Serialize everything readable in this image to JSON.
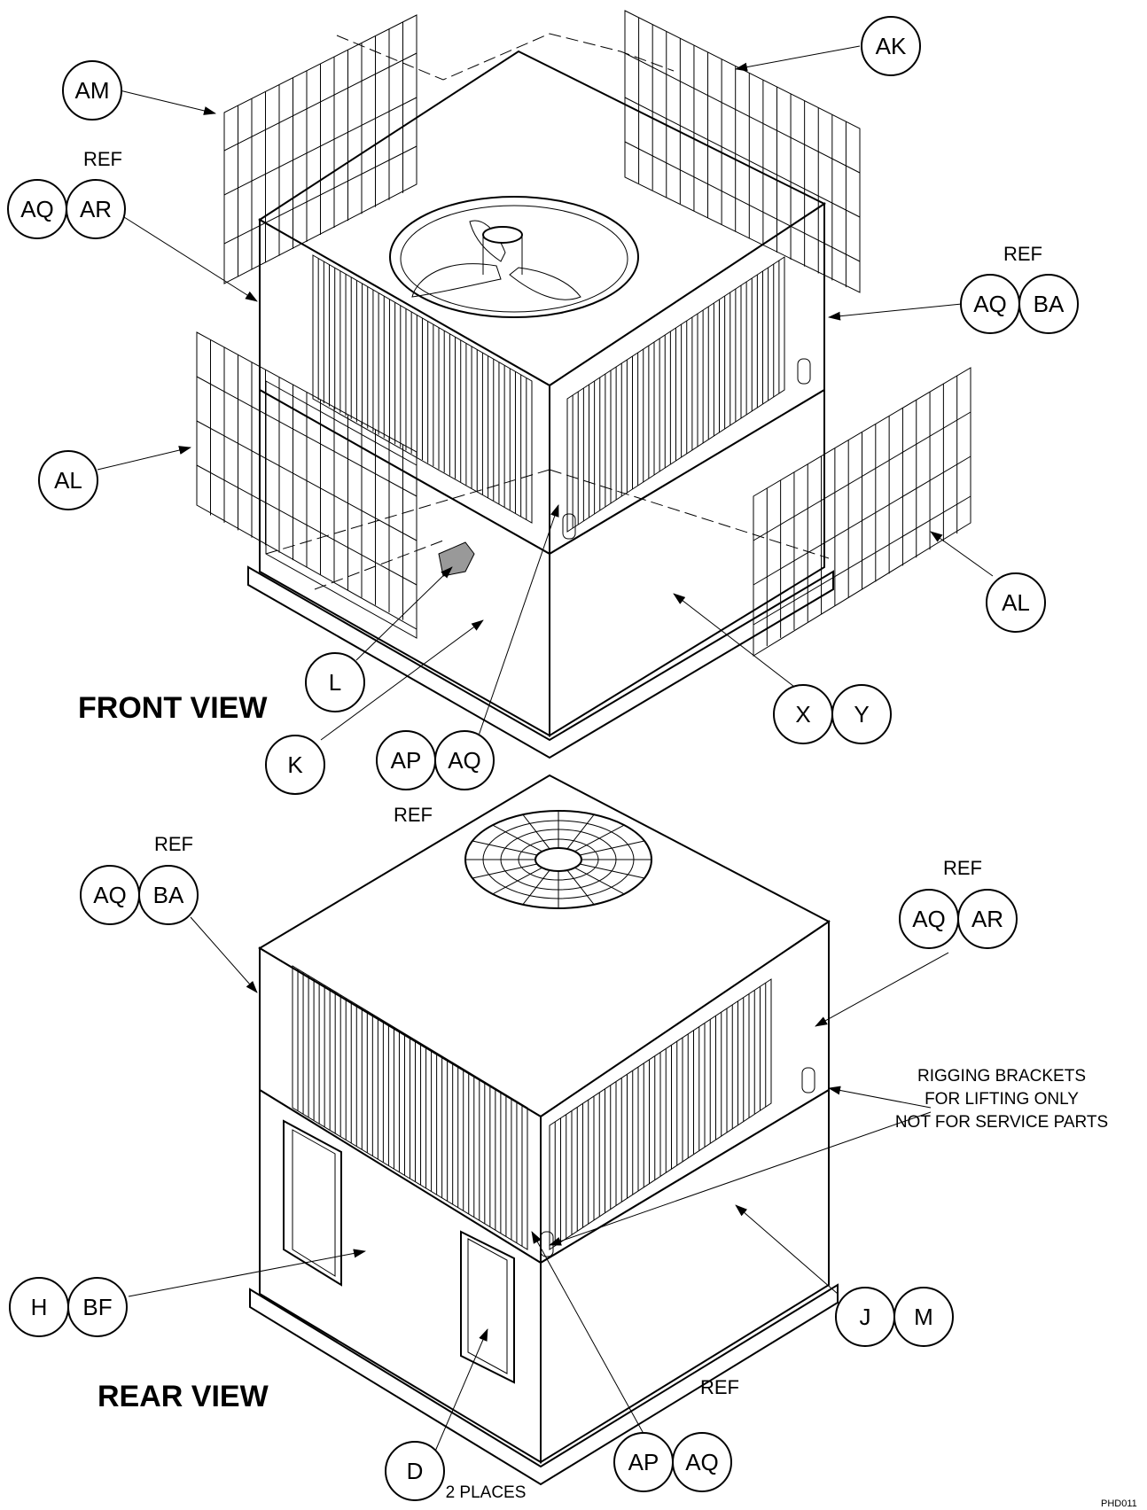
{
  "views": {
    "front": "FRONT VIEW",
    "rear": "REAR VIEW"
  },
  "ref_word": "REF",
  "note": {
    "line1": "RIGGING BRACKETS",
    "line2": "FOR LIFTING ONLY",
    "line3": "NOT FOR SERVICE PARTS"
  },
  "places_label": "2 PLACES",
  "drawing_code": "PHD011",
  "callouts": {
    "am": "AM",
    "ak": "AK",
    "aq": "AQ",
    "ar": "AR",
    "ba": "BA",
    "al": "AL",
    "l": "L",
    "k": "K",
    "x": "X",
    "y": "Y",
    "ap": "AP",
    "h": "H",
    "bf": "BF",
    "d": "D",
    "j": "J",
    "m": "M"
  }
}
